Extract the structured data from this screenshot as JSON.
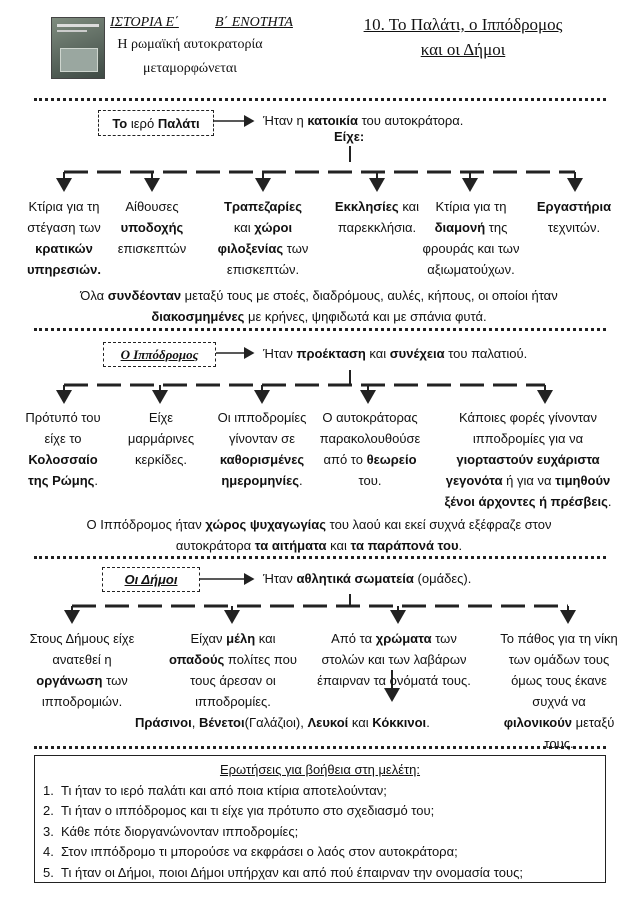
{
  "header": {
    "subject": "ΙΣΤΟΡΙΑ Ε΄",
    "unit": "Β΄ ΕΝΟΤΗΤΑ",
    "unit_title_1": "Η ρωμαϊκή αυτοκρατορία",
    "unit_title_2": "μεταμορφώνεται",
    "lesson_title_1": "10. Το Παλάτι, ο Ιππόδρομος",
    "lesson_title_2": "και οι Δήμοι"
  },
  "palace": {
    "box_label_a": "Το",
    "box_label_b": "ιερό",
    "box_label_c": "Παλάτι",
    "desc_a": "Ήταν η ",
    "desc_b": "κατοικία",
    "desc_c": " του αυτοκράτορα.",
    "had": "Είχε:",
    "col1_l1": "Κτίρια για τη",
    "col1_l2": "στέγαση των",
    "col1_l3": "κρατικών",
    "col1_l4": "υπηρεσιών.",
    "col2_l1": "Αίθουσες",
    "col2_l2": "υποδοχής",
    "col2_l3": "επισκεπτών",
    "col3_l1": "Τραπεζαρίες",
    "col3_l2a": "και ",
    "col3_l2b": "χώροι",
    "col3_l3a": "φιλοξενίας",
    "col3_l3b": " των",
    "col3_l4": "επισκεπτών.",
    "col4_l1a": "Εκκλησίες",
    "col4_l1b": " και",
    "col4_l2": "παρεκκλήσια.",
    "col5_l1": "Κτίρια για τη",
    "col5_l2a": "διαμονή",
    "col5_l2b": " της",
    "col5_l3": "φρουράς και των",
    "col5_l4": "αξιωματούχων.",
    "col6_l1": "Εργαστήρια",
    "col6_l2": "τεχνιτών.",
    "summary1_a": "Όλα ",
    "summary1_b": "συνδέονταν",
    "summary1_c": " μεταξύ τους με στοές, διαδρόμους, αυλές, κήπους, οι οποίοι ήταν",
    "summary2_a": "διακοσμημένες",
    "summary2_b": " με κρήνες, ψηφιδωτά και με σπάνια φυτά."
  },
  "hippodrome": {
    "box_label": "Ο Ιππόδρομος",
    "desc_a": "Ήταν ",
    "desc_b": "προέκταση",
    "desc_c": " και ",
    "desc_d": "συνέχεια",
    "desc_e": " του παλατιού.",
    "col1_l1": "Πρότυπό του",
    "col1_l2": "είχε το",
    "col1_l3": "Κολοσσαίο",
    "col1_l4a": "της Ρώμης",
    "col1_l4b": ".",
    "col2_l1": "Είχε",
    "col2_l2": "μαρμάρινες",
    "col2_l3": "κερκίδες.",
    "col3_l1": "Οι ιπποδρομίες",
    "col3_l2": "γίνονταν σε",
    "col3_l3": "καθορισμένες",
    "col3_l4a": "ημερομηνίες",
    "col3_l4b": ".",
    "col4_l1": "Ο αυτοκράτορας",
    "col4_l2": "παρακολουθούσε",
    "col4_l3a": "από το ",
    "col4_l3b": "θεωρείο",
    "col4_l4": "του.",
    "col5_l1": "Κάποιες φορές γίνονταν",
    "col5_l2": "ιπποδρομίες για να",
    "col5_l3": "γιορταστούν ευχάριστα",
    "col5_l4a": "γεγονότα",
    "col5_l4b": " ή για να ",
    "col5_l4c": "τιμηθούν",
    "col5_l5": "ξένοι άρχοντες ή πρέσβεις",
    "col5_l5b": ".",
    "summary1_a": "Ο Ιππόδρομος ήταν ",
    "summary1_b": "χώρος ψυχαγωγίας",
    "summary1_c": " του λαού και εκεί συχνά εξέφραζε στον",
    "summary2_a": "αυτοκράτορα ",
    "summary2_b": "τα αιτήματα",
    "summary2_c": " και ",
    "summary2_d": "τα παράπονά του",
    "summary2_e": "."
  },
  "demes": {
    "box_label": "Οι Δήμοι",
    "desc_a": "Ήταν ",
    "desc_b": "αθλητικά σωματεία",
    "desc_c": " (ομάδες).",
    "col1_l1": "Στους Δήμους είχε",
    "col1_l2": "ανατεθεί η",
    "col1_l3a": "οργάνωση",
    "col1_l3b": " των",
    "col1_l4": "ιπποδρομιών.",
    "col2_l1a": "Είχαν ",
    "col2_l1b": "μέλη",
    "col2_l1c": " και",
    "col2_l2a": "οπαδούς",
    "col2_l2b": " πολίτες που",
    "col2_l3": "τους άρεσαν οι",
    "col2_l4": "ιπποδρομίες.",
    "col3_l1a": "Από τα ",
    "col3_l1b": "χρώματα",
    "col3_l1c": " των",
    "col3_l2": "στολών και των λαβάρων",
    "col3_l3": "έπαιρναν τα ονόματά τους.",
    "col4_l1": "Το πάθος για τη νίκη",
    "col4_l2": "των ομάδων τους",
    "col4_l3": "όμως τους έκανε",
    "col4_l4": "συχνά να",
    "col4_l5a": "φιλονικούν",
    "col4_l5b": " μεταξύ",
    "col4_l6": "τους.",
    "names_a": "Πράσινοι",
    "names_b": ", ",
    "names_c": "Βένετοι",
    "names_d": "(Γαλάζιοι), ",
    "names_e": "Λευκοί",
    "names_f": " και ",
    "names_g": "Κόκκινοι",
    "names_h": "."
  },
  "questions": {
    "title": "Ερωτήσεις για βοήθεια στη μελέτη:",
    "items": [
      {
        "n": "1.",
        "text": "Τι ήταν το ιερό παλάτι και από ποια κτίρια αποτελούνταν;"
      },
      {
        "n": "2.",
        "text": "Τι ήταν ο ιππόδρομος και τι είχε για πρότυπο στο σχεδιασμό του;"
      },
      {
        "n": "3.",
        "text": "Κάθε πότε διοργανώνονταν ιπποδρομίες;"
      },
      {
        "n": "4.",
        "text": "Στον ιππόδρομο τι μπορούσε να εκφράσει ο λαός στον αυτοκράτορα;"
      },
      {
        "n": "5.",
        "text": "Τι ήταν οι Δήμοι, ποιοι Δήμοι υπήρχαν και από πού έπαιρναν την ονομασία τους;"
      }
    ]
  }
}
